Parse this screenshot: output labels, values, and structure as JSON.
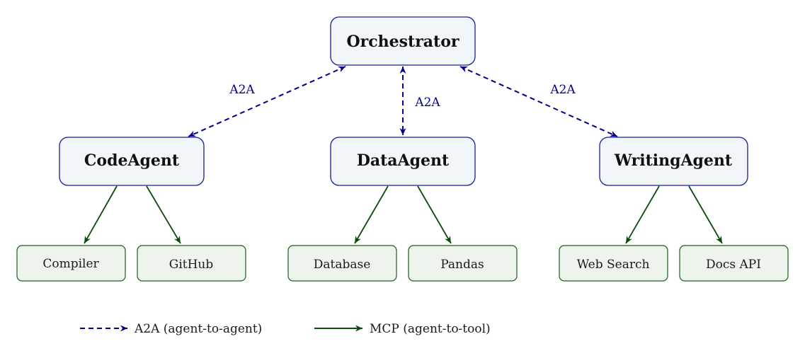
{
  "colors": {
    "a2a": "#00008b",
    "mcp": "#0b4a0b",
    "agent_fill": "#f0f6fa",
    "agent_stroke": "#1b1b9a",
    "tool_fill": "#edf4ec",
    "tool_stroke": "#1f5a1f"
  },
  "orchestrator": {
    "label": "Orchestrator"
  },
  "agents": [
    {
      "id": "code",
      "label": "CodeAgent"
    },
    {
      "id": "data",
      "label": "DataAgent"
    },
    {
      "id": "writing",
      "label": "WritingAgent"
    }
  ],
  "tools": [
    {
      "id": "compiler",
      "label": "Compiler",
      "agent": "code"
    },
    {
      "id": "github",
      "label": "GitHub",
      "agent": "code"
    },
    {
      "id": "database",
      "label": "Database",
      "agent": "data"
    },
    {
      "id": "pandas",
      "label": "Pandas",
      "agent": "data"
    },
    {
      "id": "websearch",
      "label": "Web Search",
      "agent": "writing"
    },
    {
      "id": "docsapi",
      "label": "Docs API",
      "agent": "writing"
    }
  ],
  "edges": {
    "a2a_label": "A2A"
  },
  "legend": {
    "a2a": "A2A (agent-to-agent)",
    "mcp": "MCP (agent-to-tool)"
  }
}
